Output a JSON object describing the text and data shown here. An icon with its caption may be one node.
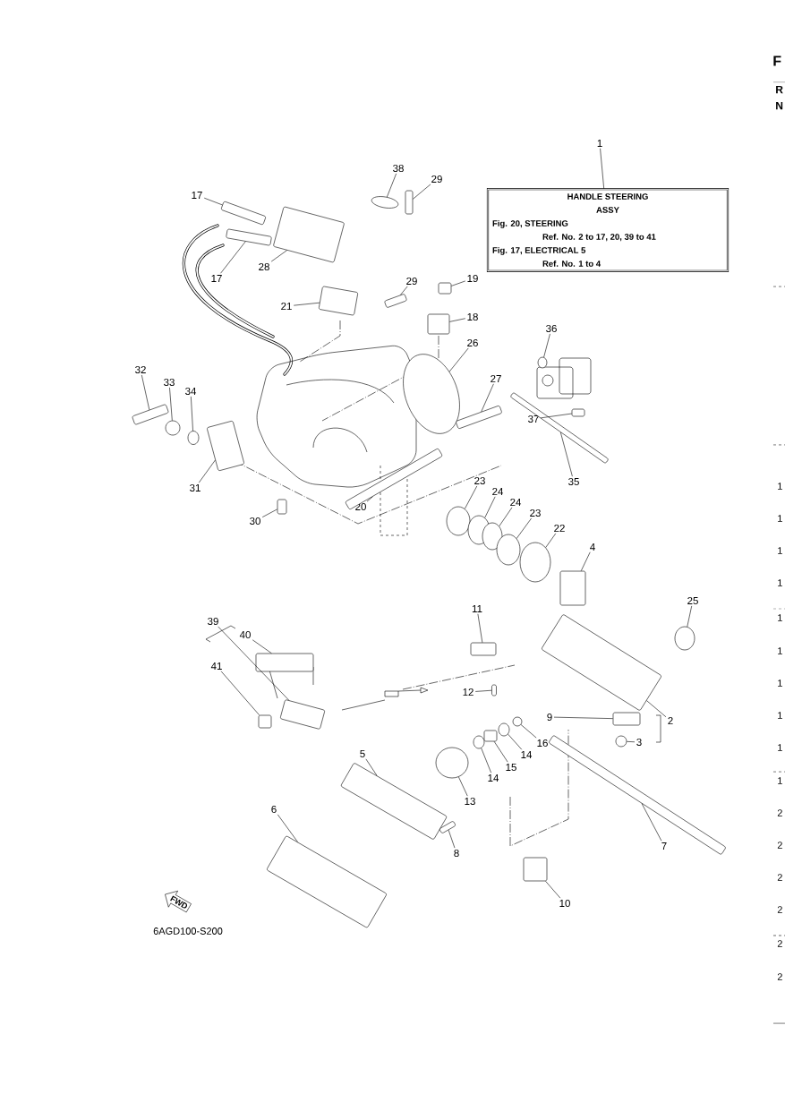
{
  "diagram": {
    "nodes": [
      {
        "text": [
          "1"
        ]
      },
      {
        "text": [
          "HANDLE STEERING",
          "ASSY",
          "Fig. 20, STEERING",
          "Ref. No. 2 to 17, 20, 39 to 41",
          "Fig. 17, ELECTRICAL 5",
          "Ref. No. 1 to 4"
        ]
      },
      {
        "text": [
          "17"
        ]
      },
      {
        "text": [],
        "shape": "box"
      },
      {
        "text": [
          "17"
        ]
      },
      {
        "text": [],
        "shape": "box"
      },
      {
        "text": [
          "38"
        ]
      },
      {
        "text": [],
        "shape": "circle"
      },
      {
        "text": [
          "29"
        ]
      },
      {
        "text": [],
        "shape": "box"
      },
      {
        "text": [
          "28"
        ]
      },
      {
        "text": [],
        "shape": "box"
      },
      {
        "text": [
          "21"
        ]
      },
      {
        "text": [],
        "shape": "box"
      },
      {
        "text": [
          "29"
        ]
      },
      {
        "text": [],
        "shape": "box"
      },
      {
        "text": [
          "19"
        ]
      },
      {
        "text": [],
        "shape": "box"
      },
      {
        "text": [
          "18"
        ]
      },
      {
        "text": [],
        "shape": "box"
      },
      {
        "text": [
          "26"
        ]
      },
      {
        "text": [],
        "shape": "circle"
      },
      {
        "text": [
          "27"
        ]
      },
      {
        "text": [],
        "shape": "box"
      },
      {
        "text": [
          "36"
        ]
      },
      {
        "text": [],
        "shape": "circle"
      },
      {
        "text": [
          "37"
        ]
      },
      {
        "text": [],
        "shape": "box"
      },
      {
        "text": [
          "35"
        ]
      },
      {
        "text": [],
        "shape": "box"
      },
      {
        "text": [
          "32"
        ]
      },
      {
        "text": [],
        "shape": "box"
      },
      {
        "text": [
          "33"
        ]
      },
      {
        "text": [],
        "shape": "circle"
      },
      {
        "text": [
          "34"
        ]
      },
      {
        "text": [],
        "shape": "circle"
      },
      {
        "text": [
          "31"
        ]
      },
      {
        "text": [],
        "shape": "box"
      },
      {
        "text": [
          "30"
        ]
      },
      {
        "text": [],
        "shape": "box"
      },
      {
        "text": [
          "20"
        ]
      },
      {
        "text": [],
        "shape": "box"
      },
      {
        "text": [
          "23"
        ]
      },
      {
        "text": [],
        "shape": "circle"
      },
      {
        "text": [
          "24"
        ]
      },
      {
        "text": [],
        "shape": "circle"
      },
      {
        "text": [
          "24"
        ]
      },
      {
        "text": [],
        "shape": "circle"
      },
      {
        "text": [
          "23"
        ]
      },
      {
        "text": [],
        "shape": "circle"
      },
      {
        "text": [
          "22"
        ]
      },
      {
        "text": [],
        "shape": "circle"
      },
      {
        "text": [
          "4"
        ]
      },
      {
        "text": [],
        "shape": "box"
      },
      {
        "text": [
          "25"
        ]
      },
      {
        "text": [],
        "shape": "circle"
      },
      {
        "text": [
          "11"
        ]
      },
      {
        "text": [],
        "shape": "box"
      },
      {
        "text": [
          "12"
        ]
      },
      {
        "text": [],
        "shape": "box"
      },
      {
        "text": [
          "39"
        ]
      },
      {
        "text": [],
        "shape": "box"
      },
      {
        "text": [
          "40"
        ]
      },
      {
        "text": [],
        "shape": "box"
      },
      {
        "text": [
          "41"
        ]
      },
      {
        "text": [],
        "shape": "box"
      },
      {
        "text": [
          "9"
        ]
      },
      {
        "text": [],
        "shape": "box"
      },
      {
        "text": [
          "3"
        ]
      },
      {
        "text": [],
        "shape": "circle"
      },
      {
        "text": [
          "2"
        ]
      },
      {
        "text": [],
        "shape": "box"
      },
      {
        "text": [
          "16"
        ]
      },
      {
        "text": [],
        "shape": "circle"
      },
      {
        "text": [
          "14"
        ]
      },
      {
        "text": [],
        "shape": "circle"
      },
      {
        "text": [
          "15"
        ]
      },
      {
        "text": [],
        "shape": "box"
      },
      {
        "text": [
          "14"
        ]
      },
      {
        "text": [],
        "shape": "circle"
      },
      {
        "text": [
          "13"
        ]
      },
      {
        "text": [],
        "shape": "circle"
      },
      {
        "text": [
          "5"
        ]
      },
      {
        "text": [],
        "shape": "box"
      },
      {
        "text": [
          "8"
        ]
      },
      {
        "text": [],
        "shape": "box"
      },
      {
        "text": [
          "6"
        ]
      },
      {
        "text": [],
        "shape": "box"
      },
      {
        "text": [
          "7"
        ]
      },
      {
        "text": [],
        "shape": "box"
      },
      {
        "text": [
          "10"
        ]
      },
      {
        "text": [],
        "shape": "box"
      },
      {
        "text": [
          "FWD"
        ]
      }
    ],
    "edges": [
      {
        "from": 0,
        "to": 1,
        "arrow": "none"
      },
      {
        "from": 2,
        "to": 3,
        "arrow": "none"
      },
      {
        "from": 4,
        "to": 5,
        "arrow": "none"
      },
      {
        "from": 6,
        "to": 7,
        "arrow": "none"
      },
      {
        "from": 8,
        "to": 9,
        "arrow": "none"
      },
      {
        "from": 10,
        "to": 11,
        "arrow": "none"
      },
      {
        "from": 12,
        "to": 13,
        "arrow": "none"
      },
      {
        "from": 14,
        "to": 15,
        "arrow": "none"
      },
      {
        "from": 16,
        "to": 17,
        "arrow": "none"
      },
      {
        "from": 18,
        "to": 19,
        "arrow": "none"
      },
      {
        "from": 20,
        "to": 21,
        "arrow": "none"
      },
      {
        "from": 22,
        "to": 23,
        "arrow": "none"
      },
      {
        "from": 24,
        "to": 25,
        "arrow": "none"
      },
      {
        "from": 26,
        "to": 27,
        "arrow": "none"
      },
      {
        "from": 28,
        "to": 29,
        "arrow": "none"
      },
      {
        "from": 30,
        "to": 31,
        "arrow": "none"
      },
      {
        "from": 32,
        "to": 33,
        "arrow": "none"
      },
      {
        "from": 34,
        "to": 35,
        "arrow": "none"
      },
      {
        "from": 36,
        "to": 37,
        "arrow": "none"
      },
      {
        "from": 38,
        "to": 39,
        "arrow": "none"
      },
      {
        "from": 40,
        "to": 41,
        "arrow": "none"
      },
      {
        "from": 42,
        "to": 43,
        "arrow": "none"
      },
      {
        "from": 44,
        "to": 45,
        "arrow": "none"
      },
      {
        "from": 46,
        "to": 47,
        "arrow": "none"
      },
      {
        "from": 48,
        "to": 49,
        "arrow": "none"
      },
      {
        "from": 50,
        "to": 51,
        "arrow": "none"
      },
      {
        "from": 52,
        "to": 53,
        "arrow": "none"
      },
      {
        "from": 54,
        "to": 55,
        "arrow": "none"
      },
      {
        "from": 56,
        "to": 57,
        "arrow": "none"
      },
      {
        "from": 58,
        "to": 59,
        "arrow": "none"
      },
      {
        "from": 60,
        "to": 61,
        "arrow": "none"
      },
      {
        "from": 62,
        "to": 63,
        "arrow": "none"
      },
      {
        "from": 64,
        "to": 65,
        "arrow": "none"
      },
      {
        "from": 66,
        "to": 67,
        "arrow": "none"
      },
      {
        "from": 68,
        "to": 69,
        "arrow": "none"
      },
      {
        "from": 70,
        "to": 71,
        "arrow": "none"
      },
      {
        "from": 72,
        "to": 73,
        "arrow": "none"
      },
      {
        "from": 74,
        "to": 75,
        "arrow": "none"
      },
      {
        "from": 76,
        "to": 77,
        "arrow": "none"
      },
      {
        "from": 78,
        "to": 79,
        "arrow": "none"
      },
      {
        "from": 80,
        "to": 81,
        "arrow": "none"
      },
      {
        "from": 82,
        "to": 83,
        "arrow": "none"
      },
      {
        "from": 84,
        "to": 85,
        "arrow": "none"
      },
      {
        "from": 86,
        "to": 87,
        "arrow": "none"
      },
      {
        "from": 88,
        "to": 89,
        "arrow": "none"
      },
      {
        "from": 90,
        "to": 91,
        "arrow": "none"
      }
    ],
    "labels": [
      "6AGD100-S200",
      "F",
      "R",
      "N",
      "1",
      "1",
      "1",
      "1",
      "1",
      "1",
      "1",
      "1",
      "1",
      "1",
      "2",
      "2",
      "2",
      "2",
      "2",
      "2"
    ]
  }
}
